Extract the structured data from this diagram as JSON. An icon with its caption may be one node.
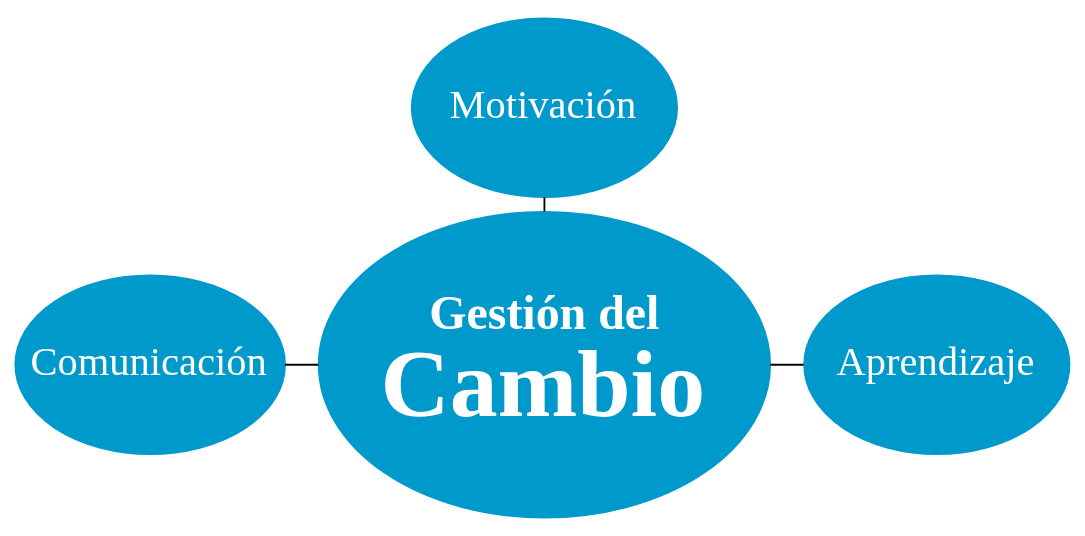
{
  "diagram": {
    "nodes": [
      {
        "text": [
          "Motivación"
        ]
      },
      {
        "text": [
          "Comunicación"
        ]
      },
      {
        "text": [
          "Gestión del",
          "Cambio"
        ]
      },
      {
        "text": [
          "Aprendizaje"
        ]
      }
    ],
    "edges": [
      {
        "from": 0,
        "to": 2,
        "arrow": "none"
      },
      {
        "from": 1,
        "to": 2,
        "arrow": "none"
      },
      {
        "from": 2,
        "to": 3,
        "arrow": "none"
      }
    ]
  }
}
